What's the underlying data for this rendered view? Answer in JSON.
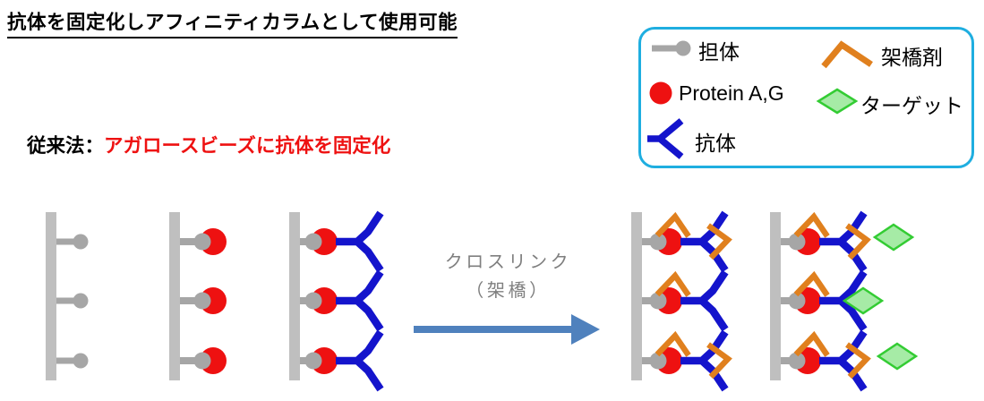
{
  "title": "抗体を固定化しアフィニティカラムとして使用可能",
  "subtitle": {
    "label": "従来法：",
    "emphasis": "アガロースビーズに抗体を固定化"
  },
  "legend": {
    "items": [
      {
        "id": "carrier",
        "label": "担体"
      },
      {
        "id": "protein_ag",
        "label": "Protein A,G"
      },
      {
        "id": "antibody",
        "label": "抗体"
      },
      {
        "id": "crosslinker",
        "label": "架橋剤"
      },
      {
        "id": "target",
        "label": "ターゲット"
      }
    ]
  },
  "arrow": {
    "label_line1": "クロスリンク",
    "label_line2": "（架橋）"
  },
  "colors": {
    "bar_gray": "#BFBFBF",
    "carrier_gray": "#A6A6A6",
    "protein_red": "#EE1111",
    "antibody_blue": "#1414CC",
    "crosslinker_orange": "#E0801E",
    "target_fill": "#A6EBA6",
    "target_stroke": "#33CC33",
    "arrow_blue": "#4F81BD",
    "legend_border": "#1FAEE0",
    "label_gray": "#7F7F7F",
    "subtitle_red": "#EE1111",
    "text_black": "#000000"
  }
}
